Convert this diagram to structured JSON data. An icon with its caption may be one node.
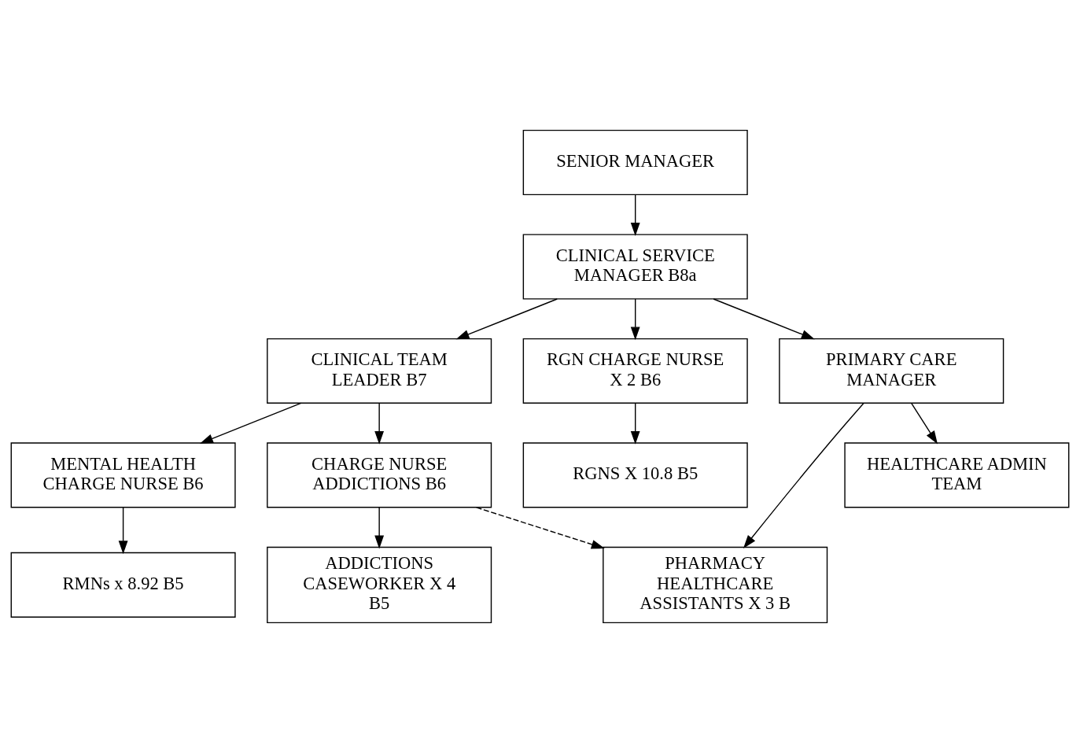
{
  "diagram": {
    "nodes": [
      {
        "text": [
          "SENIOR MANAGER"
        ]
      },
      {
        "text": [
          "CLINICAL SERVICE MANAGER B8a"
        ]
      },
      {
        "text": [
          "CLINICAL TEAM LEADER B7"
        ]
      },
      {
        "text": [
          "RGN CHARGE NURSE X 2 B6"
        ]
      },
      {
        "text": [
          "MENTAL HEALTH CHARGE NURSE B6"
        ]
      },
      {
        "text": [
          "CHARGE NURSE ADDICTIONS B6"
        ]
      },
      {
        "text": [
          "PRIMARY CARE MANAGER"
        ]
      },
      {
        "text": [
          "RGNS X 10.8 B5"
        ]
      },
      {
        "text": [
          "RMNs x 8.92 B5"
        ]
      },
      {
        "text": [
          "ADDICTIONS CASEWORKER X 4 B5"
        ]
      },
      {
        "text": [
          "PHARMACY HEALTHCARE ASSISTANTS X 3 B"
        ]
      },
      {
        "text": [
          "HEALTHCARE ADMIN TEAM"
        ]
      }
    ],
    "edges": [
      {
        "from": 0,
        "to": 1,
        "arrow": "to"
      },
      {
        "from": 1,
        "to": 2,
        "arrow": "to"
      },
      {
        "from": 1,
        "to": 3,
        "arrow": "to"
      },
      {
        "from": 1,
        "to": 6,
        "arrow": "to"
      },
      {
        "from": 2,
        "to": 4,
        "arrow": "to"
      },
      {
        "from": 2,
        "to": 5,
        "arrow": "to"
      },
      {
        "from": 3,
        "to": 7,
        "arrow": "to"
      },
      {
        "from": 4,
        "to": 8,
        "arrow": "to"
      },
      {
        "from": 5,
        "to": 9,
        "arrow": "to"
      },
      {
        "from": 5,
        "to": 10,
        "arrow": "to",
        "style": "dashed"
      },
      {
        "from": 6,
        "to": 10,
        "arrow": "to"
      },
      {
        "from": 6,
        "to": 11,
        "arrow": "to"
      }
    ]
  }
}
